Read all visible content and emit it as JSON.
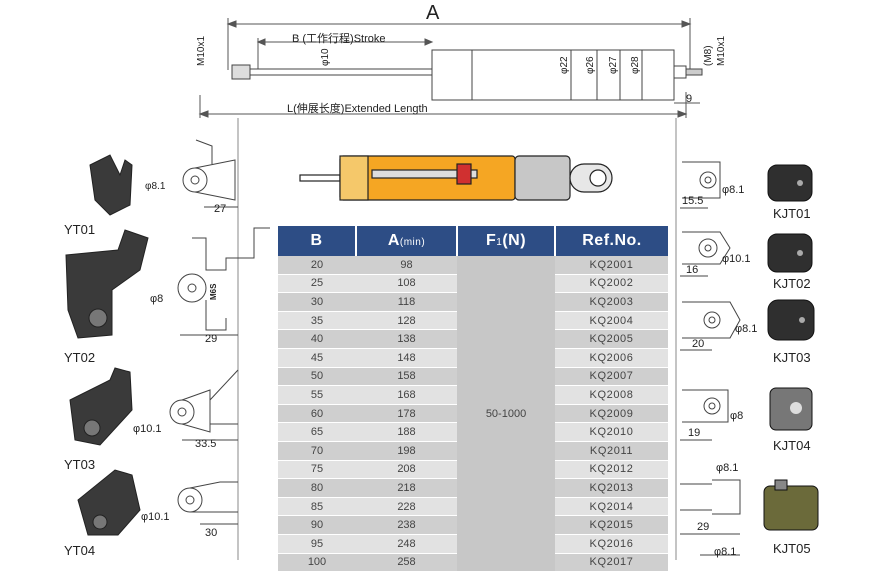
{
  "top_dims": {
    "A": "A",
    "stroke": "B (工作行程)Stroke",
    "extended": "L(伸展长度)Extended Length",
    "m10_left": "M10x1",
    "m8": "(M8)",
    "m10_right": "M10x1",
    "phi10": "φ10",
    "phi22": "φ22",
    "phi26": "φ26",
    "phi27": "φ27",
    "phi28": "φ28",
    "nine": "9"
  },
  "table": {
    "headers": {
      "b": "B",
      "a": "A",
      "a_sub": "(min)",
      "f": "F",
      "f_sub": "1",
      "f_unit": "(N)",
      "ref": "Ref.No."
    },
    "force": "50-1000",
    "rows": [
      {
        "b": "20",
        "a": "98",
        "ref": "KQ2001"
      },
      {
        "b": "25",
        "a": "108",
        "ref": "KQ2002"
      },
      {
        "b": "30",
        "a": "118",
        "ref": "KQ2003"
      },
      {
        "b": "35",
        "a": "128",
        "ref": "KQ2004"
      },
      {
        "b": "40",
        "a": "138",
        "ref": "KQ2005"
      },
      {
        "b": "45",
        "a": "148",
        "ref": "KQ2006"
      },
      {
        "b": "50",
        "a": "158",
        "ref": "KQ2007"
      },
      {
        "b": "55",
        "a": "168",
        "ref": "KQ2008"
      },
      {
        "b": "60",
        "a": "178",
        "ref": "KQ2009"
      },
      {
        "b": "65",
        "a": "188",
        "ref": "KQ2010"
      },
      {
        "b": "70",
        "a": "198",
        "ref": "KQ2011"
      },
      {
        "b": "75",
        "a": "208",
        "ref": "KQ2012"
      },
      {
        "b": "80",
        "a": "218",
        "ref": "KQ2013"
      },
      {
        "b": "85",
        "a": "228",
        "ref": "KQ2014"
      },
      {
        "b": "90",
        "a": "238",
        "ref": "KQ2015"
      },
      {
        "b": "95",
        "a": "248",
        "ref": "KQ2016"
      },
      {
        "b": "100",
        "a": "258",
        "ref": "KQ2017"
      }
    ]
  },
  "left_fittings": [
    {
      "name": "YT01",
      "phi": "φ8.1",
      "dim": "27"
    },
    {
      "name": "YT02",
      "phi": "φ8",
      "dim": "29",
      "mark": "M6S"
    },
    {
      "name": "YT03",
      "phi": "φ10.1",
      "dim": "33.5"
    },
    {
      "name": "YT04",
      "phi": "φ10.1",
      "dim": "30"
    }
  ],
  "right_fittings": [
    {
      "name": "KJT01",
      "phi": "φ8.1",
      "dim": "15.5"
    },
    {
      "name": "KJT02",
      "phi": "φ10.1",
      "dim": "16"
    },
    {
      "name": "KJT03",
      "phi": "φ8.1",
      "dim": "20"
    },
    {
      "name": "KJT04",
      "phi": "φ8",
      "dim": "19"
    },
    {
      "name": "KJT05",
      "phi": "φ8.1",
      "dim": "29"
    },
    {
      "phi": "φ8.1"
    }
  ],
  "colors": {
    "header": "#2d4d85",
    "cylinder_fill": "#f5a623",
    "outline": "#333333"
  }
}
